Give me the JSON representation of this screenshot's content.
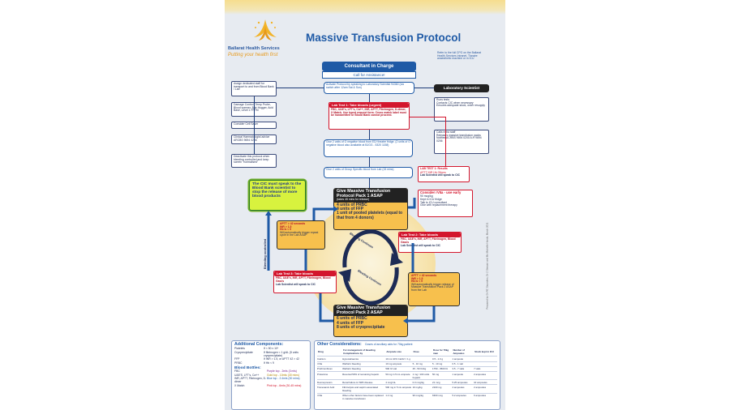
{
  "header": {
    "title": "Massive Transfusion Protocol",
    "org_line1": "Ballarat Health Services",
    "org_line2": "Putting your health first",
    "refer_note": "Refer to the full CPG on the Ballarat Health Services Intranet. Theatre anaesthetic machine or in ICU",
    "side_note": "Prepared by Dr RC Saunders, Dr Z Stewart and Ms Michelle Hands, March 2011"
  },
  "consultant": {
    "title": "Consultant in Charge",
    "call": "Call for Assistance!"
  },
  "activate": "Activate Protocol by speaking to Laboratory Scientist 94360 (via switch after 12am Sat & Sun)",
  "lab_scientist": "Laboratory Scientist",
  "lab_scientist_items": [
    "Runs tests",
    "Contacts CIC when necessary",
    "Ensures adequate stock, order resupply"
  ],
  "lab_scientist_items2": [
    "Calls extra staff",
    "Releases massive transfusion packs",
    "Notifies ACRBS 9694 0200 A.H 9694 0206"
  ],
  "left_column": [
    "Assign dedicated staff for transport to and from Blood Bank / Lab",
    "Damage Control, Temp Probe, Blood warmer, Bair Hugger, Acid Base, Level 1 FFFM",
    "Consider Cell Saver",
    "Clinical Haematologist advice ARCBS 9694 0206",
    "Deactivate this protocol when bleeding controlled and keep screen \"normalised\""
  ],
  "lab_test1": {
    "title": "Lab Test 1: Take bloods (urgent)",
    "body": "FBC, U&E's, LFT's, Ca++, INR, APTT, Fibrinogen, D-dimer, X Match. Use typed request form. Cross match label must be handwritten or Blood Bank cannot proceed."
  },
  "o_neg": "Give 2 units of O negative blood from ED/ theatre fridge. (2 units of O negative blood also available at BJGG - 5320 1158)",
  "group_specific": "Give 2 units of Group Specific blood from Lab (15 mins)",
  "lab_results": {
    "title": "LAB TEST 1: Results",
    "items": "APTT  INR  Hb  Others",
    "note": "Lab Scientist will speak to CIC"
  },
  "cic_note": "The CIC must speak to the Blood Bank scientist to stop the release of more blood products",
  "pack1": {
    "title": "Give Massive Transfusion Protocol Pack 1 ASAP",
    "sub": "(takes 45 mins for release)",
    "items": [
      "4 units of PRBC",
      "4 units of FFP",
      "1 unit of pooled platelets (equal to that from 4 donors)"
    ]
  },
  "consider_viib": {
    "title": "Consider rVIIa - use early",
    "items": [
      "90 mcg/kg",
      "Kept in ICU fridge",
      "Talk to ICU consultant",
      "Give with replacement therapy"
    ]
  },
  "lab_test2": {
    "title": "Lab Test 2: Take bloods",
    "body": "FBC, U&E's, INR, APTT, Fibrinogen, Blood Gases",
    "note": "Lab Scientist will speak to CIC"
  },
  "criteria_right": {
    "items": [
      "APTT > 42 seconds",
      "INR > 1.5",
      "Hb is < 9"
    ],
    "note": "Will automatically trigger release of Massive Transfusion Pack 2 ASAP from the Lab"
  },
  "criteria_left": {
    "items": [
      "APTT > 42 seconds",
      "INR > 1.5",
      "Hb is < 9"
    ],
    "note": "Will automatically trigger repeat cycle in the Lab ASAP"
  },
  "lab_test3": {
    "title": "Lab Test 3: Take bloods",
    "body": "FBC, U&E's, INR, APTT, Fibrinogen, Blood Gases",
    "note": "Lab Scientist will speak to CIC"
  },
  "pack2": {
    "title": "Give Massive Transfusion Protocol Pack 2 ASAP",
    "items": [
      "6 units of PRBC",
      "4 units of FFP",
      "8 units of cryoprecipitate"
    ]
  },
  "cycle": {
    "top": "Bleeding Continues",
    "bottom": "Bleeding Continues"
  },
  "bleeding_controlled": "Bleeding controlled",
  "additional": {
    "title": "Additional Components:",
    "rows": [
      {
        "k": "Platelets",
        "v": "If < 50 x 10⁹"
      },
      {
        "k": "Cryoprecipitate",
        "v": "If fibrinogen < 1 g/dL (5 units cryoprecipitate)"
      },
      {
        "k": "FFP",
        "v": "If INR > 1.5, or APTT 42 > 42"
      },
      {
        "k": "PRBC",
        "v": "If Hb < 9"
      }
    ],
    "bottles_title": "Blood Bottles:",
    "bottles": [
      {
        "k": "FBC",
        "v": "Purple top - 2mls (3 mls)"
      },
      {
        "k": "U&E'S, LFT's, Ca++",
        "v": "Gold top - 10mls (30 mins)"
      },
      {
        "k": "INR, APTT, Fibrinogen, D-dimer",
        "v": "Blue top - 2.4mls (30 mins)"
      },
      {
        "k": "X Match",
        "v": "Pink top - 6mls (30-45 mins)"
      }
    ]
  },
  "other": {
    "title": "Other Considerations:",
    "subtitle": "Doses of ancillary aids for 70kg patient",
    "headers": [
      "Drug",
      "For management of bleeding Complications by",
      "Ampoule size",
      "Dose",
      "Dose for 70kg man",
      "Number of Ampoules",
      "Stock kept in ICU"
    ],
    "rows": [
      [
        "Calcium",
        "Hypocalcaemia",
        "10 mL 10% CaCl2 = 1 g",
        "",
        "0.5 - 1.0 g",
        "1 ampoule",
        ""
      ],
      [
        "rVIIa",
        "Warfarin bleeding",
        "10 mg ampoule",
        "5 - 10 mg",
        "5 - 10 mg",
        "0.5 - 1 vial",
        ""
      ],
      [
        "Prothrombinex",
        "Warfarin bleeding",
        "500 IU vial",
        "25 - 50 IU/kg",
        "1750 - 3500 IU",
        "3.5 - 7 vials",
        "7 vials"
      ],
      [
        "Protamine",
        "Reversal 50% of remaining heparin",
        "50 mg in 5 mL ampoule",
        "1 mg / 100 units heparin",
        "50 mg",
        "1 ampoule",
        "2 ampoules"
      ],
      [
        "Desmopressin",
        "Renal failure & VWD disease",
        "4 mcg/mL",
        "0.3 mcg/kg",
        "21 mcg",
        "5.25 ampoules",
        "10 ampoules"
      ],
      [
        "Tranexamic Acid",
        "Fibrinolysis and aspirin associated bleeding",
        "500 mg in 5 mL ampoule",
        "10 mg/kg",
        "2100 mg",
        "4 ampoules",
        "2 ampoules"
      ],
      [
        "rVIIa",
        "When other factors have been replaced in massive transfusion",
        "1.2 mg",
        "90 mcg/kg",
        "6300 mcg",
        "5.2 ampoules",
        "6 ampoules"
      ]
    ]
  }
}
